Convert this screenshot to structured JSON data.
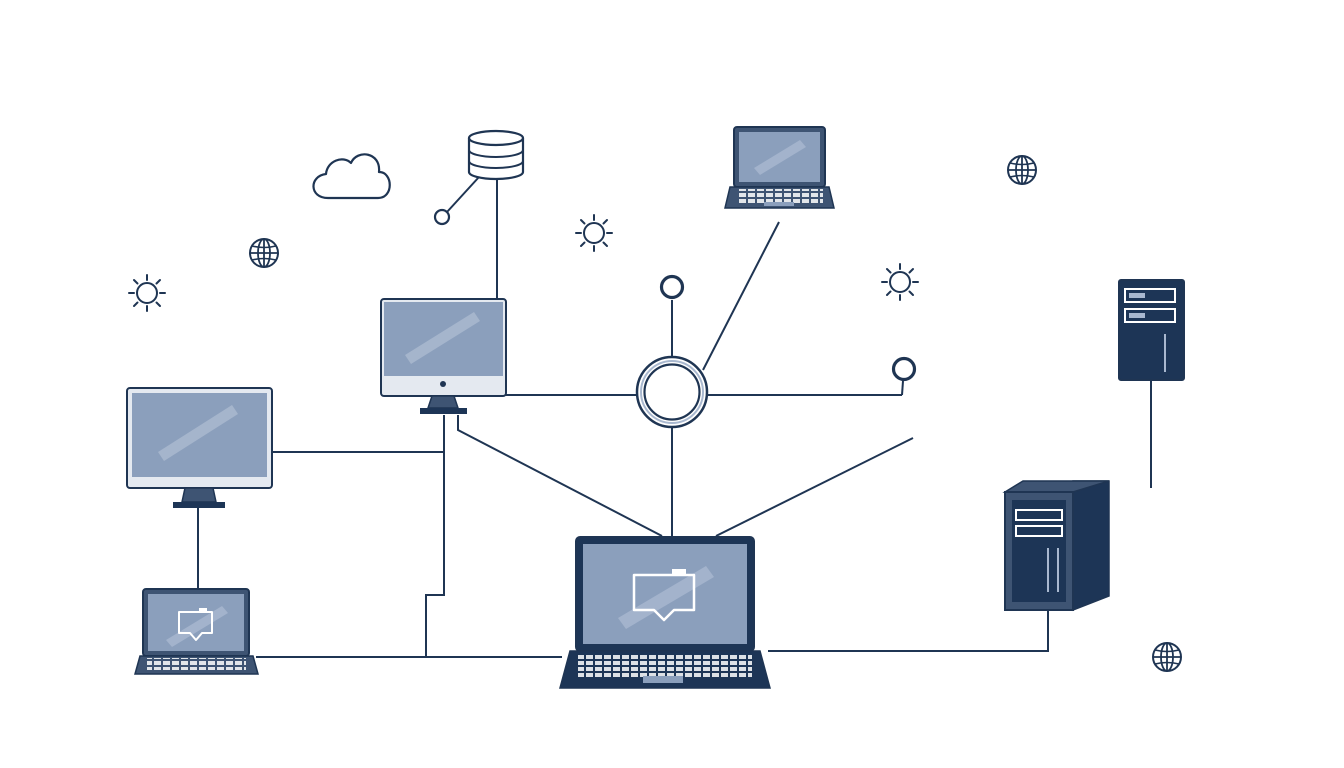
{
  "colors": {
    "background": "#ffffff",
    "line": "#1f3553",
    "device_dark": "#1d3556",
    "device_mid": "#3e5473",
    "screen": "#8b9fbc",
    "screen_light": "#a9b8cf",
    "bezel_light": "#e4e9f0"
  },
  "diagram": {
    "nodes": [
      {
        "id": "cloud",
        "icon": "cloud-icon"
      },
      {
        "id": "database",
        "icon": "database-icon"
      },
      {
        "id": "laptop-top",
        "icon": "laptop-icon"
      },
      {
        "id": "monitor-center",
        "icon": "monitor-icon"
      },
      {
        "id": "monitor-left",
        "icon": "monitor-icon"
      },
      {
        "id": "laptop-small",
        "icon": "laptop-icon"
      },
      {
        "id": "laptop-main",
        "icon": "laptop-icon"
      },
      {
        "id": "hub",
        "icon": "hub-ring-icon"
      },
      {
        "id": "server-tower",
        "icon": "server-icon"
      },
      {
        "id": "server-rack",
        "icon": "server-icon"
      }
    ],
    "decorations": [
      "globe-icon",
      "gear-icon"
    ]
  }
}
